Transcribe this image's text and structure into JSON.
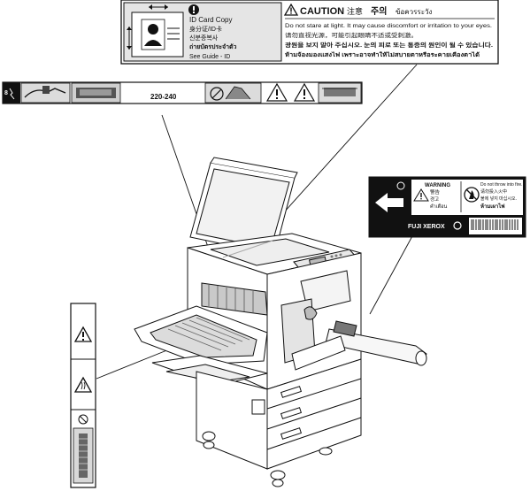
{
  "top_label": {
    "id_card_title": "ID Card Copy",
    "id_card_zh1": "身分证/ID卡",
    "id_card_ko": "신분증복사",
    "id_card_th": "ถ่ายบัตรประจำตัว",
    "id_card_footer": "See Guide - ID",
    "caution_title": "CAUTION",
    "caution_zh": "注意",
    "caution_ko": "주의",
    "caution_th": "ข้อควรระวัง",
    "caution_en": "Do not stare at light. It may cause discomfort or irritation to your eyes.",
    "caution_zh2": "请勿直视光源，可能引起眼睛不适或受刺激。",
    "caution_ko2": "광원을 보지 말아 주십시오. 눈의 피로 또는 통증의 원인이 될 수 있습니다.",
    "caution_th2": "ห้ามจ้องมองแสงไฟ เพราะอาจทำให้ไม่สบายตาหรือระคายเคืองตาได้"
  },
  "voltage_label": {
    "voltage": "220-240"
  },
  "toner_label": {
    "warning": "WARNING",
    "zh": "警告",
    "ko": "경고",
    "th": "คำเตือน",
    "no_fire_en": "Do not throw into fire.",
    "no_fire_zh": "请勿投入火中",
    "no_fire_ko": "불에 넣지 마십시오.",
    "no_fire_th": "ห้ามเผาไฟ",
    "brand": "FUJI XEROX"
  }
}
